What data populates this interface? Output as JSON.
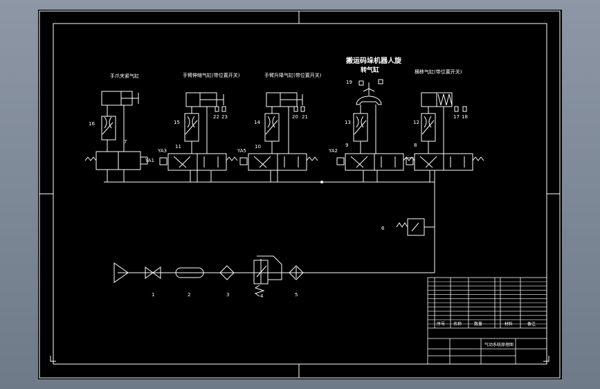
{
  "colors": {
    "canvas_bg": "#000000",
    "line": "#ffffff",
    "window_bg": "#7f8a98"
  },
  "drawing_title": "搬运码垛机器人旋",
  "drawing_subtitle": "转气缸",
  "cylinder_captions": [
    "手爪夹紧气缸",
    "手臂伸缩气缸(带位置开关)",
    "手臂升降气缸(带位置开关)",
    "",
    "横移气缸(带位置开关)"
  ],
  "throttle_labels": [
    "16",
    "15",
    "14",
    "13",
    "12"
  ],
  "sensor_labels": {
    "15": [
      "22",
      "23"
    ],
    "14": [
      "20",
      "21"
    ],
    "13": [
      "19"
    ],
    "12": [
      "17",
      "18"
    ]
  },
  "valve_labels": [
    "7",
    "11",
    "10",
    "9",
    "8"
  ],
  "solenoid_labels": [
    "YA1",
    "YA3",
    "YA5",
    "YA2"
  ],
  "supply_labels": [
    "1",
    "2",
    "3",
    "4",
    "5"
  ],
  "pressure_switch_label": "6",
  "title_block": {
    "seq_header": "序号",
    "name_header": "名称",
    "qty_header": "数量",
    "material_header": "材料",
    "remark_header": "备注",
    "drawing_name": "气动系统原理图"
  }
}
